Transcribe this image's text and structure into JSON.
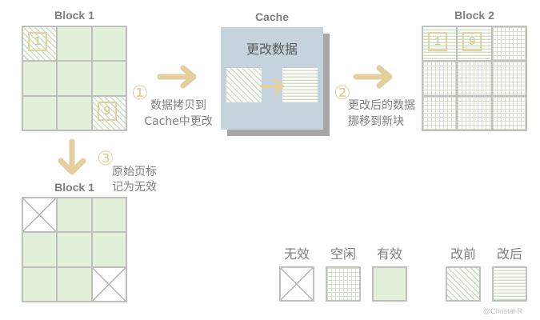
{
  "block1_before": {
    "title": "Block 1",
    "cells": [
      {
        "state": "改前",
        "tag": "1"
      },
      {
        "state": "有效"
      },
      {
        "state": "有效"
      },
      {
        "state": "有效"
      },
      {
        "state": "有效"
      },
      {
        "state": "有效"
      },
      {
        "state": "有效"
      },
      {
        "state": "有效"
      },
      {
        "state": "改前",
        "tag": "9"
      }
    ]
  },
  "cache": {
    "title": "Cache",
    "label": "更改数据",
    "from_state": "改前",
    "to_state": "改后"
  },
  "block2": {
    "title": "Block 2",
    "cells": [
      {
        "state": "改后",
        "tag": "1"
      },
      {
        "state": "改后",
        "tag": "9"
      },
      {
        "state": "空闲"
      },
      {
        "state": "空闲"
      },
      {
        "state": "空闲"
      },
      {
        "state": "空闲"
      },
      {
        "state": "空闲"
      },
      {
        "state": "空闲"
      },
      {
        "state": "空闲"
      }
    ]
  },
  "block1_after": {
    "title": "Block 1",
    "cells": [
      {
        "state": "无效"
      },
      {
        "state": "有效"
      },
      {
        "state": "有效"
      },
      {
        "state": "有效"
      },
      {
        "state": "有效"
      },
      {
        "state": "有效"
      },
      {
        "state": "有效"
      },
      {
        "state": "有效"
      },
      {
        "state": "无效"
      }
    ]
  },
  "steps": [
    {
      "marker": "①",
      "lines": [
        "数据拷贝到",
        "Cache中更改"
      ]
    },
    {
      "marker": "②",
      "lines": [
        "更改后的数据",
        "挪移到新块"
      ]
    },
    {
      "marker": "③",
      "lines": [
        "原始页标",
        "记为无效"
      ]
    }
  ],
  "legend": [
    {
      "label": "无效"
    },
    {
      "label": "空闲"
    },
    {
      "label": "有效"
    },
    {
      "label": "改前"
    },
    {
      "label": "改后"
    }
  ],
  "watermark": "@Christal-R",
  "colors": {
    "valid": "#e2efd9",
    "accent": "#e4cf9e",
    "cache": "#c5d3dd",
    "grid-line": "#bfbfbf",
    "text": "#7f7f7f"
  }
}
